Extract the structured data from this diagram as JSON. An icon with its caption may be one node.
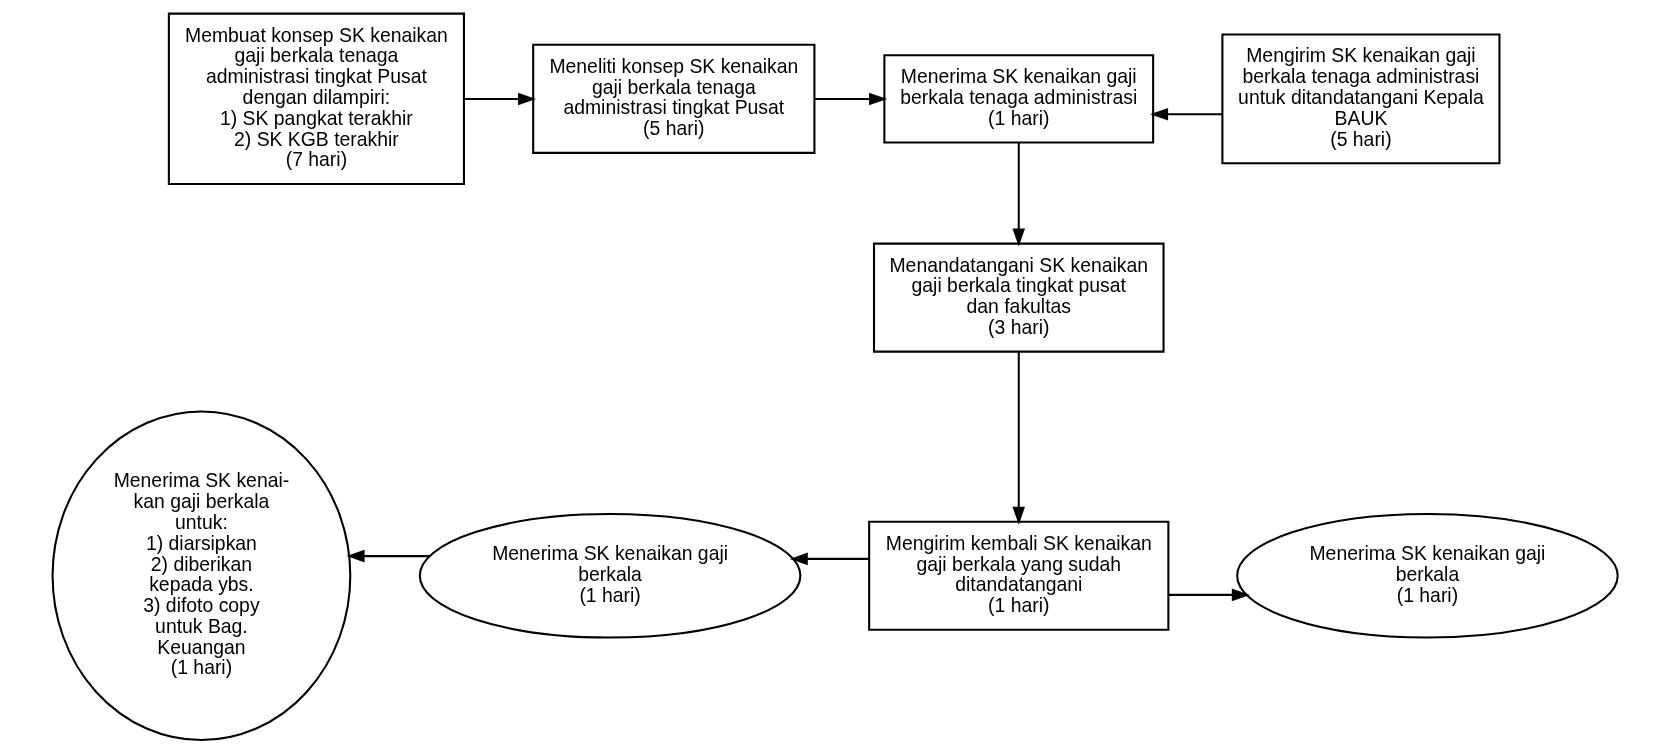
{
  "diagram": {
    "nodes": [
      {
        "text": [
          "Membuat konsep SK kenaikan gaji berkala tenaga administrasi tingkat Pusat dengan dilampiri:",
          "1) SK pangkat terakhir",
          "2) SK KGB terakhir",
          "(7 hari)"
        ]
      },
      {
        "text": [
          "Meneliti konsep SK kenaikan gaji berkala tenaga administrasi tingkat Pusat",
          "(5 hari)"
        ]
      },
      {
        "text": [
          "Menerima SK kenaikan gaji berkala tenaga administrasi",
          "(1 hari)"
        ]
      },
      {
        "text": [
          "Mengirim SK kenaikan gaji berkala tenaga administrasi untuk ditandatangani Kepala BAUK",
          "(5 hari)"
        ]
      },
      {
        "text": [
          "Menandatangani SK kenaikan gaji berkala tingkat pusat dan fakultas",
          "(3 hari)"
        ]
      },
      {
        "text": [
          "Mengirim kembali SK kenaikan gaji berkala yang sudah ditandatangani",
          "(1 hari)"
        ]
      },
      {
        "text": [
          "Menerima SK kenaikan gaji berkala",
          "(1 hari)"
        ]
      },
      {
        "text": [
          "Menerima SK kenaikan gaji berkala",
          "(1 hari)"
        ]
      },
      {
        "text": [
          "Menerima SK kenai-kan gaji berkala untuk:",
          "1) diarsipkan",
          "2) diberikan kepada ybs.",
          "3) difoto copy untuk Bag. Keuangan",
          "(1 hari)"
        ]
      }
    ],
    "edges": [
      {
        "from": 0,
        "to": 1,
        "arrow": "to"
      },
      {
        "from": 1,
        "to": 2,
        "arrow": "to"
      },
      {
        "from": 3,
        "to": 2,
        "arrow": "to"
      },
      {
        "from": 2,
        "to": 4,
        "arrow": "to"
      },
      {
        "from": 4,
        "to": 5,
        "arrow": "to"
      },
      {
        "from": 5,
        "to": 6,
        "arrow": "to"
      },
      {
        "from": 5,
        "to": 7,
        "arrow": "to"
      },
      {
        "from": 6,
        "to": 8,
        "arrow": "to"
      }
    ]
  }
}
